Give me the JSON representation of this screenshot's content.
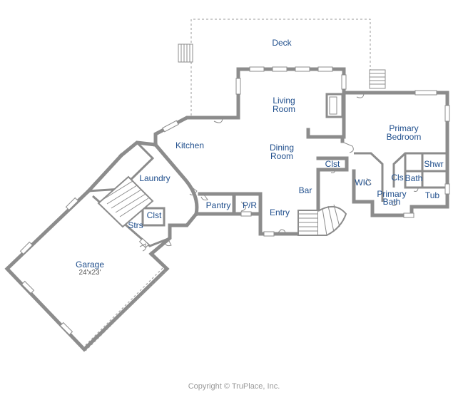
{
  "rooms": {
    "deck": "Deck",
    "living_1": "Living",
    "living_2": "Room",
    "kitchen": "Kitchen",
    "dining_1": "Dining",
    "dining_2": "Room",
    "primary_bed_1": "Primary",
    "primary_bed_2": "Bedroom",
    "laundry": "Laundry",
    "clst_upper": "Clst",
    "shwr": "Shwr",
    "cls": "Cls",
    "bath": "Bath",
    "wic": "WIC",
    "primary_bath_1": "Primary",
    "primary_bath_2": "Bath",
    "tub": "Tub",
    "bar": "Bar",
    "pantry": "Pantry",
    "pr": "P/R",
    "entry": "Entry",
    "clst_lower": "Clst",
    "strs": "Strs",
    "garage": "Garage",
    "garage_size": "24'x23'"
  },
  "copyright": "Copyright © TruPlace, Inc.",
  "colors": {
    "wall": "#8c8c8c",
    "label": "#1f4e8c",
    "copyright": "#9a9a9a"
  }
}
